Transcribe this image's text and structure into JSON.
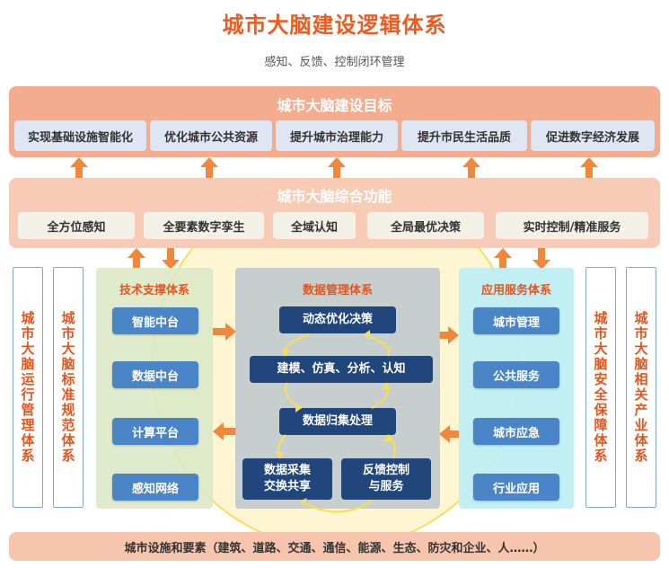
{
  "header": {
    "title": "城市大脑建设逻辑体系",
    "subtitle": "感知、反馈、控制闭环管理"
  },
  "goals": {
    "title": "城市大脑建设目标",
    "items": [
      "实现基础设施智能化",
      "优化城市公共资源",
      "提升城市治理能力",
      "提升市民生活品质",
      "促进数字经济发展"
    ]
  },
  "functions": {
    "title": "城市大脑综合功能",
    "items": [
      "全方位感知",
      "全要素数字孪生",
      "全域认知",
      "全局最优决策",
      "实时控制/精准服务"
    ]
  },
  "tech": {
    "title": "技术支撑体系",
    "items": [
      "智能中台",
      "数据中台",
      "计算平台",
      "感知网络"
    ]
  },
  "data": {
    "title": "数据管理体系",
    "items": [
      "动态优化决策",
      "建模、仿真、分析、认知",
      "数据归集处理"
    ],
    "bottom_left_line1": "数据采集",
    "bottom_left_line2": "交换共享",
    "bottom_right_line1": "反馈控制",
    "bottom_right_line2": "与服务"
  },
  "app": {
    "title": "应用服务体系",
    "items": [
      "城市管理",
      "公共服务",
      "城市应急",
      "行业应用"
    ]
  },
  "side": {
    "left1": "城市大脑运行管理体系",
    "left2": "城市大脑标准规范体系",
    "right1": "城市大脑安全保障体系",
    "right2": "城市大脑相关产业体系"
  },
  "footer": {
    "text": "城市设施和要素（建筑、道路、交通、通信、能源、生态、防灾和企业、人……）"
  },
  "colors": {
    "accent": "#f05a1e",
    "arrow": "#f0873a",
    "blue": "#4a86c7",
    "navy": "#20467c",
    "circle_fill": "#fdf3c4",
    "circle_stroke": "#f6de5a"
  }
}
